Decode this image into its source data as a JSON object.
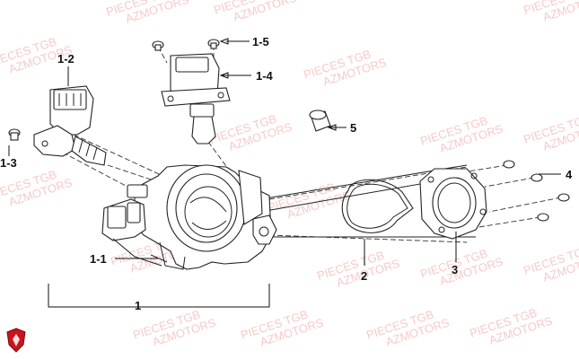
{
  "watermark": {
    "line1": "PIECES TGB",
    "line2": "AZMOTORS"
  },
  "labels": {
    "part_1": "1",
    "part_1_1": "1-1",
    "part_1_2": "1-2",
    "part_1_3": "1-3",
    "part_1_4": "1-4",
    "part_1_5": "1-5",
    "part_2": "2",
    "part_3": "3",
    "part_4": "4",
    "part_5": "5"
  },
  "colors": {
    "watermark": "#f4b7b7",
    "logo": "#c8141e",
    "lines": "#222222"
  },
  "icons": {
    "logo": "shield-logo-icon"
  }
}
